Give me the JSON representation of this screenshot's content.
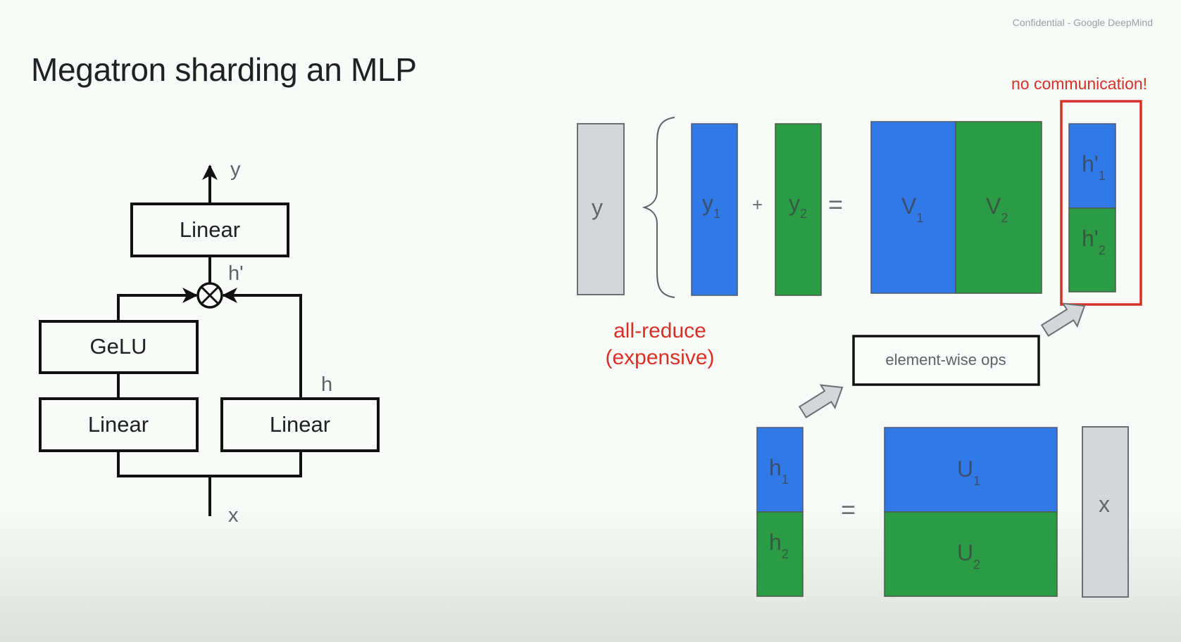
{
  "slide": {
    "title": "Megatron sharding an MLP",
    "confidential_notice": "Confidential - Google DeepMind"
  },
  "mlp_diagram": {
    "output_label": "y",
    "input_label": "x",
    "top_linear_label": "Linear",
    "gelu_label": "GeLU",
    "left_linear_label": "Linear",
    "right_linear_label": "Linear",
    "product_label": "h'",
    "hidden_label": "h",
    "multiply_symbol": "⊗"
  },
  "sharding_diagram": {
    "colors": {
      "shard_1": "#3279e8",
      "shard_2": "#2b9c45",
      "full": "#d3d7da",
      "highlight": "#d93025"
    },
    "top_equation": {
      "y": "y",
      "y1": {
        "base": "y",
        "sub": "1"
      },
      "plus": "+",
      "y2": {
        "base": "y",
        "sub": "2"
      },
      "equals": "=",
      "v1": {
        "base": "V",
        "sub": "1"
      },
      "v2": {
        "base": "V",
        "sub": "2"
      },
      "hp1": {
        "base": "h'",
        "sub": "1"
      },
      "hp2": {
        "base": "h'",
        "sub": "2"
      }
    },
    "no_communication_label": "no communication!",
    "all_reduce_label_line1": "all-reduce",
    "all_reduce_label_line2": "(expensive)",
    "elementwise_label": "element-wise ops",
    "bottom_equation": {
      "h1": {
        "base": "h",
        "sub": "1"
      },
      "h2": {
        "base": "h",
        "sub": "2"
      },
      "equals": "=",
      "u1": {
        "base": "U",
        "sub": "1"
      },
      "u2": {
        "base": "U",
        "sub": "2"
      },
      "x": "x"
    }
  }
}
